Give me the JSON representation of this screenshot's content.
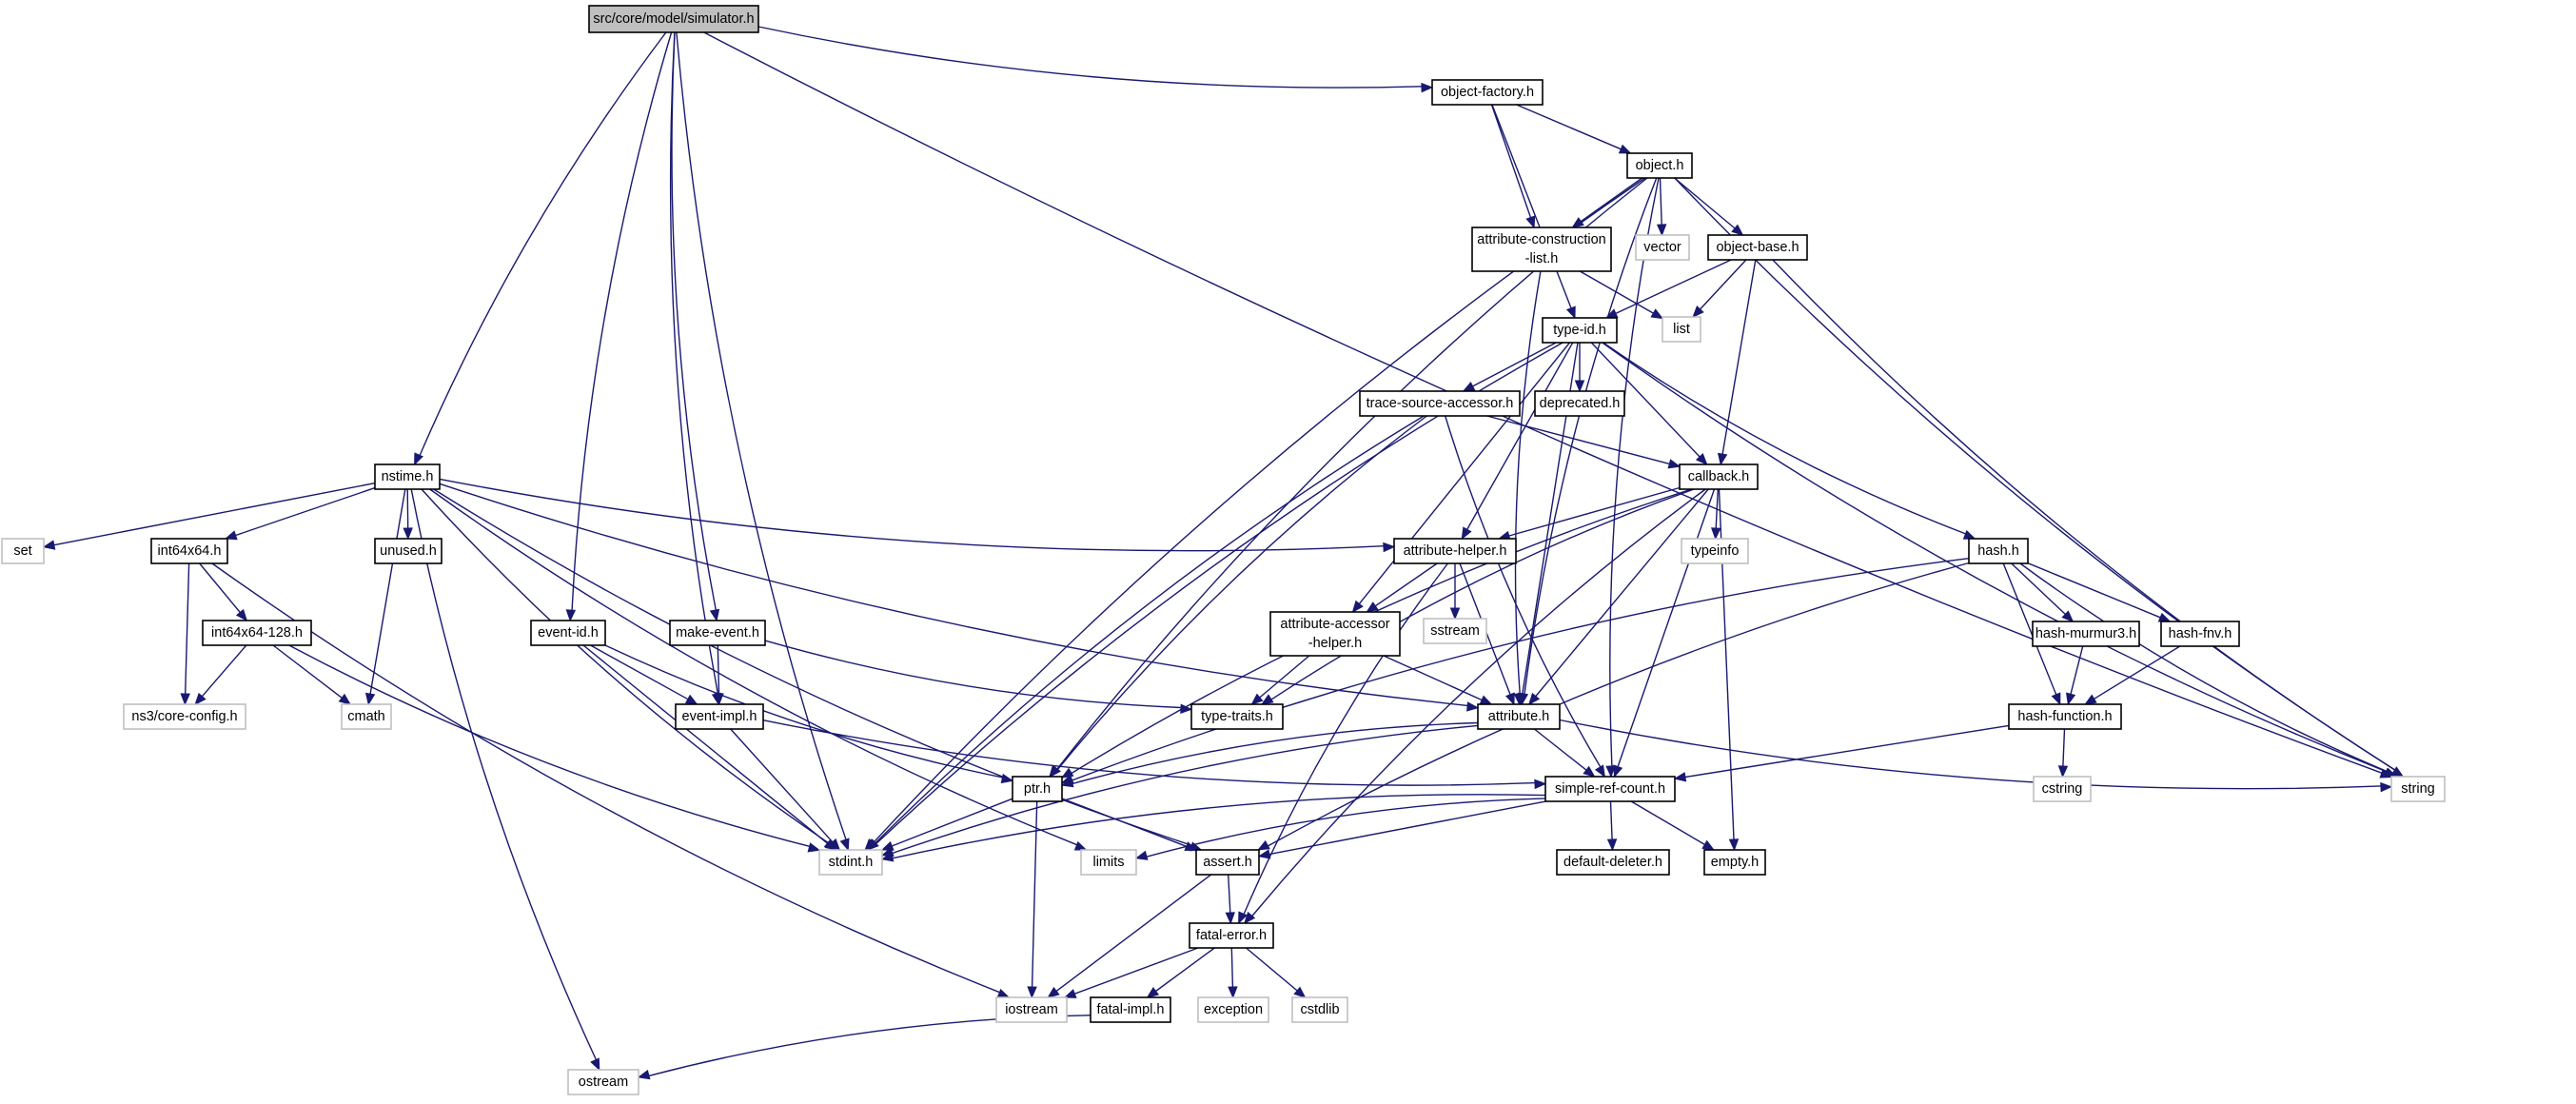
{
  "graph": {
    "nodes": [
      {
        "id": "simulator",
        "label": "src/core/model/simulator.h",
        "kind": "root"
      },
      {
        "id": "object-factory",
        "label": "object-factory.h",
        "kind": "internal"
      },
      {
        "id": "object",
        "label": "object.h",
        "kind": "internal"
      },
      {
        "id": "attribute-construction-list",
        "lines": [
          "attribute-construction",
          "-list.h"
        ],
        "kind": "internal"
      },
      {
        "id": "vector",
        "label": "vector",
        "kind": "external"
      },
      {
        "id": "object-base",
        "label": "object-base.h",
        "kind": "internal"
      },
      {
        "id": "list",
        "label": "list",
        "kind": "external"
      },
      {
        "id": "type-id",
        "label": "type-id.h",
        "kind": "internal"
      },
      {
        "id": "trace-source-accessor",
        "label": "trace-source-accessor.h",
        "kind": "internal"
      },
      {
        "id": "deprecated",
        "label": "deprecated.h",
        "kind": "internal"
      },
      {
        "id": "callback",
        "label": "callback.h",
        "kind": "internal"
      },
      {
        "id": "typeinfo",
        "label": "typeinfo",
        "kind": "external"
      },
      {
        "id": "hash",
        "label": "hash.h",
        "kind": "internal"
      },
      {
        "id": "attribute-helper",
        "label": "attribute-helper.h",
        "kind": "internal"
      },
      {
        "id": "sstream",
        "label": "sstream",
        "kind": "external"
      },
      {
        "id": "attribute-accessor-helper",
        "lines": [
          "attribute-accessor",
          "-helper.h"
        ],
        "kind": "internal"
      },
      {
        "id": "hash-murmur3",
        "label": "hash-murmur3.h",
        "kind": "internal"
      },
      {
        "id": "hash-fnv",
        "label": "hash-fnv.h",
        "kind": "internal"
      },
      {
        "id": "hash-function",
        "label": "hash-function.h",
        "kind": "internal"
      },
      {
        "id": "cstring",
        "label": "cstring",
        "kind": "external"
      },
      {
        "id": "string",
        "label": "string",
        "kind": "external"
      },
      {
        "id": "nstime",
        "label": "nstime.h",
        "kind": "internal"
      },
      {
        "id": "set",
        "label": "set",
        "kind": "external"
      },
      {
        "id": "int64x64",
        "label": "int64x64.h",
        "kind": "internal"
      },
      {
        "id": "unused",
        "label": "unused.h",
        "kind": "internal"
      },
      {
        "id": "int64x64-128",
        "label": "int64x64-128.h",
        "kind": "internal"
      },
      {
        "id": "ns3-core-config",
        "label": "ns3/core-config.h",
        "kind": "external"
      },
      {
        "id": "cmath",
        "label": "cmath",
        "kind": "external"
      },
      {
        "id": "event-id",
        "label": "event-id.h",
        "kind": "internal"
      },
      {
        "id": "make-event",
        "label": "make-event.h",
        "kind": "internal"
      },
      {
        "id": "event-impl",
        "label": "event-impl.h",
        "kind": "internal"
      },
      {
        "id": "type-traits",
        "label": "type-traits.h",
        "kind": "internal"
      },
      {
        "id": "attribute",
        "label": "attribute.h",
        "kind": "internal"
      },
      {
        "id": "ptr",
        "label": "ptr.h",
        "kind": "internal"
      },
      {
        "id": "simple-ref-count",
        "label": "simple-ref-count.h",
        "kind": "internal"
      },
      {
        "id": "stdint",
        "label": "stdint.h",
        "kind": "external"
      },
      {
        "id": "limits",
        "label": "limits",
        "kind": "external"
      },
      {
        "id": "assert",
        "label": "assert.h",
        "kind": "internal"
      },
      {
        "id": "default-deleter",
        "label": "default-deleter.h",
        "kind": "internal"
      },
      {
        "id": "empty",
        "label": "empty.h",
        "kind": "internal"
      },
      {
        "id": "fatal-error",
        "label": "fatal-error.h",
        "kind": "internal"
      },
      {
        "id": "iostream",
        "label": "iostream",
        "kind": "external"
      },
      {
        "id": "fatal-impl",
        "label": "fatal-impl.h",
        "kind": "internal"
      },
      {
        "id": "exception",
        "label": "exception",
        "kind": "external"
      },
      {
        "id": "cstdlib",
        "label": "cstdlib",
        "kind": "external"
      },
      {
        "id": "ostream",
        "label": "ostream",
        "kind": "external"
      }
    ],
    "edges": [
      [
        "simulator",
        "object-factory"
      ],
      [
        "simulator",
        "string"
      ],
      [
        "simulator",
        "nstime"
      ],
      [
        "simulator",
        "stdint"
      ],
      [
        "simulator",
        "event-id"
      ],
      [
        "simulator",
        "event-impl"
      ],
      [
        "simulator",
        "make-event"
      ],
      [
        "object-factory",
        "object"
      ],
      [
        "object-factory",
        "attribute-construction-list"
      ],
      [
        "object-factory",
        "type-id"
      ],
      [
        "object",
        "attribute-construction-list"
      ],
      [
        "object",
        "vector"
      ],
      [
        "object",
        "object-base"
      ],
      [
        "object",
        "string"
      ],
      [
        "object",
        "stdint"
      ],
      [
        "object",
        "ptr"
      ],
      [
        "object",
        "attribute"
      ],
      [
        "object",
        "simple-ref-count"
      ],
      [
        "attribute-construction-list",
        "list"
      ],
      [
        "attribute-construction-list",
        "attribute"
      ],
      [
        "object-base",
        "type-id"
      ],
      [
        "object-base",
        "list"
      ],
      [
        "object-base",
        "callback"
      ],
      [
        "object-base",
        "string"
      ],
      [
        "type-id",
        "trace-source-accessor"
      ],
      [
        "type-id",
        "deprecated"
      ],
      [
        "type-id",
        "callback"
      ],
      [
        "type-id",
        "hash"
      ],
      [
        "type-id",
        "attribute-helper"
      ],
      [
        "type-id",
        "attribute-accessor-helper"
      ],
      [
        "type-id",
        "attribute"
      ],
      [
        "type-id",
        "stdint"
      ],
      [
        "type-id",
        "string"
      ],
      [
        "trace-source-accessor",
        "callback"
      ],
      [
        "trace-source-accessor",
        "ptr"
      ],
      [
        "trace-source-accessor",
        "simple-ref-count"
      ],
      [
        "trace-source-accessor",
        "stdint"
      ],
      [
        "callback",
        "attribute-helper"
      ],
      [
        "callback",
        "typeinfo"
      ],
      [
        "callback",
        "attribute"
      ],
      [
        "callback",
        "simple-ref-count"
      ],
      [
        "callback",
        "ptr"
      ],
      [
        "callback",
        "type-traits"
      ],
      [
        "callback",
        "fatal-error"
      ],
      [
        "callback",
        "empty"
      ],
      [
        "hash",
        "hash-murmur3"
      ],
      [
        "hash",
        "hash-fnv"
      ],
      [
        "hash",
        "hash-function"
      ],
      [
        "hash",
        "string"
      ],
      [
        "hash",
        "ptr"
      ],
      [
        "hash",
        "assert"
      ],
      [
        "attribute-helper",
        "attribute-accessor-helper"
      ],
      [
        "attribute-helper",
        "sstream"
      ],
      [
        "attribute-helper",
        "attribute"
      ],
      [
        "attribute-helper",
        "fatal-error"
      ],
      [
        "attribute-accessor-helper",
        "type-traits"
      ],
      [
        "attribute-accessor-helper",
        "attribute"
      ],
      [
        "hash-murmur3",
        "hash-function"
      ],
      [
        "hash-fnv",
        "hash-function"
      ],
      [
        "hash-function",
        "cstring"
      ],
      [
        "hash-function",
        "simple-ref-count"
      ],
      [
        "nstime",
        "set"
      ],
      [
        "nstime",
        "int64x64"
      ],
      [
        "nstime",
        "unused"
      ],
      [
        "nstime",
        "cmath"
      ],
      [
        "nstime",
        "attribute-helper"
      ],
      [
        "nstime",
        "attribute"
      ],
      [
        "nstime",
        "stdint"
      ],
      [
        "nstime",
        "limits"
      ],
      [
        "nstime",
        "assert"
      ],
      [
        "nstime",
        "ostream"
      ],
      [
        "int64x64",
        "int64x64-128"
      ],
      [
        "int64x64",
        "ns3-core-config"
      ],
      [
        "int64x64",
        "iostream"
      ],
      [
        "int64x64-128",
        "ns3-core-config"
      ],
      [
        "int64x64-128",
        "cmath"
      ],
      [
        "int64x64-128",
        "stdint"
      ],
      [
        "event-id",
        "event-impl"
      ],
      [
        "event-id",
        "ptr"
      ],
      [
        "event-id",
        "stdint"
      ],
      [
        "make-event",
        "event-impl"
      ],
      [
        "make-event",
        "type-traits"
      ],
      [
        "event-impl",
        "simple-ref-count"
      ],
      [
        "event-impl",
        "stdint"
      ],
      [
        "attribute",
        "ptr"
      ],
      [
        "attribute",
        "simple-ref-count"
      ],
      [
        "attribute",
        "string"
      ],
      [
        "attribute",
        "stdint"
      ],
      [
        "ptr",
        "stdint"
      ],
      [
        "ptr",
        "assert"
      ],
      [
        "ptr",
        "iostream"
      ],
      [
        "simple-ref-count",
        "default-deleter"
      ],
      [
        "simple-ref-count",
        "empty"
      ],
      [
        "simple-ref-count",
        "assert"
      ],
      [
        "simple-ref-count",
        "stdint"
      ],
      [
        "simple-ref-count",
        "limits"
      ],
      [
        "assert",
        "fatal-error"
      ],
      [
        "assert",
        "iostream"
      ],
      [
        "fatal-error",
        "iostream"
      ],
      [
        "fatal-error",
        "fatal-impl"
      ],
      [
        "fatal-error",
        "exception"
      ],
      [
        "fatal-error",
        "cstdlib"
      ],
      [
        "fatal-impl",
        "ostream"
      ]
    ]
  }
}
